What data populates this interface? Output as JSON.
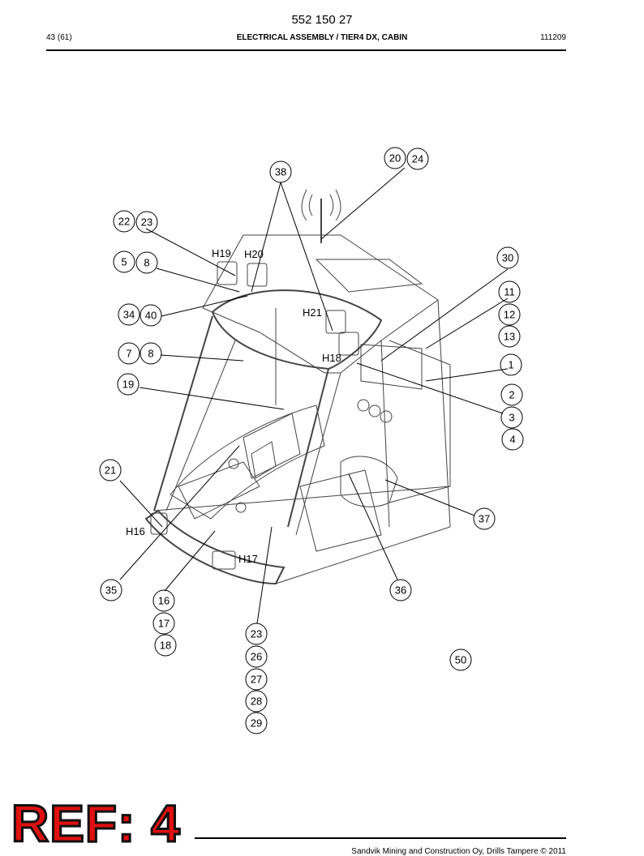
{
  "header": {
    "document_number": "552 150 27",
    "page": "43 (61)",
    "title": "ELECTRICAL ASSEMBLY / TIER4 DX, CABIN",
    "date_code": "111209"
  },
  "callouts": [
    "20",
    "24",
    "38",
    "22",
    "23",
    "30",
    "5",
    "8",
    "11",
    "12",
    "34",
    "40",
    "13",
    "7",
    "8",
    "1",
    "19",
    "2",
    "3",
    "4",
    "21",
    "37",
    "35",
    "36",
    "16",
    "17",
    "18",
    "23",
    "26",
    "27",
    "28",
    "29",
    "50"
  ],
  "component_labels": {
    "h19": "H19",
    "h20": "H20",
    "h21": "H21",
    "h18": "H18",
    "h16": "H16",
    "h17": "H17"
  },
  "stamp": "REF: 4",
  "footer": {
    "copyright": "Sandvik Mining and Construction Oy, Drills Tampere © 2011"
  }
}
